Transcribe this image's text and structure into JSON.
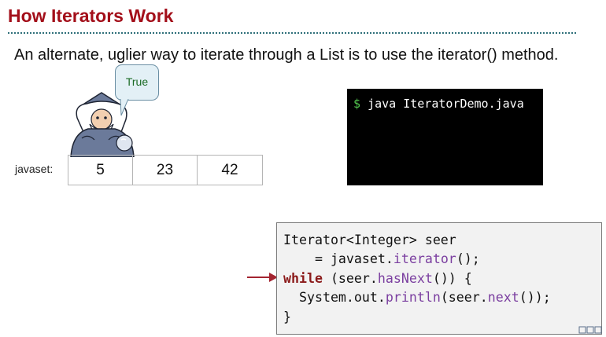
{
  "slide": {
    "title": "How Iterators Work",
    "intro": "An alternate, uglier way to iterate through a List is to use the iterator() method."
  },
  "bubble": {
    "text": "True"
  },
  "array": {
    "label": "javaset:",
    "cells": [
      "5",
      "23",
      "42"
    ]
  },
  "terminal": {
    "prompt": "$",
    "command": "java IteratorDemo.java"
  },
  "code": {
    "line1": {
      "text": "Iterator<Integer> seer"
    },
    "line2": {
      "pre": "    = javaset.",
      "method": "iterator",
      "post": "();"
    },
    "line3": {
      "kw": "while",
      "pre": " (seer.",
      "method": "hasNext",
      "post": "()) {"
    },
    "line4": {
      "pre": "  System.out.",
      "method1": "println",
      "mid": "(seer.",
      "method2": "next",
      "post": "());"
    },
    "line5": {
      "text": "}"
    }
  },
  "colors": {
    "title": "#a30f1a",
    "keyword": "#8b1a1a",
    "method": "#7b3fa0",
    "prompt": "#54c94f",
    "bubble_text": "#1b6b25",
    "arrow": "#a32430"
  }
}
